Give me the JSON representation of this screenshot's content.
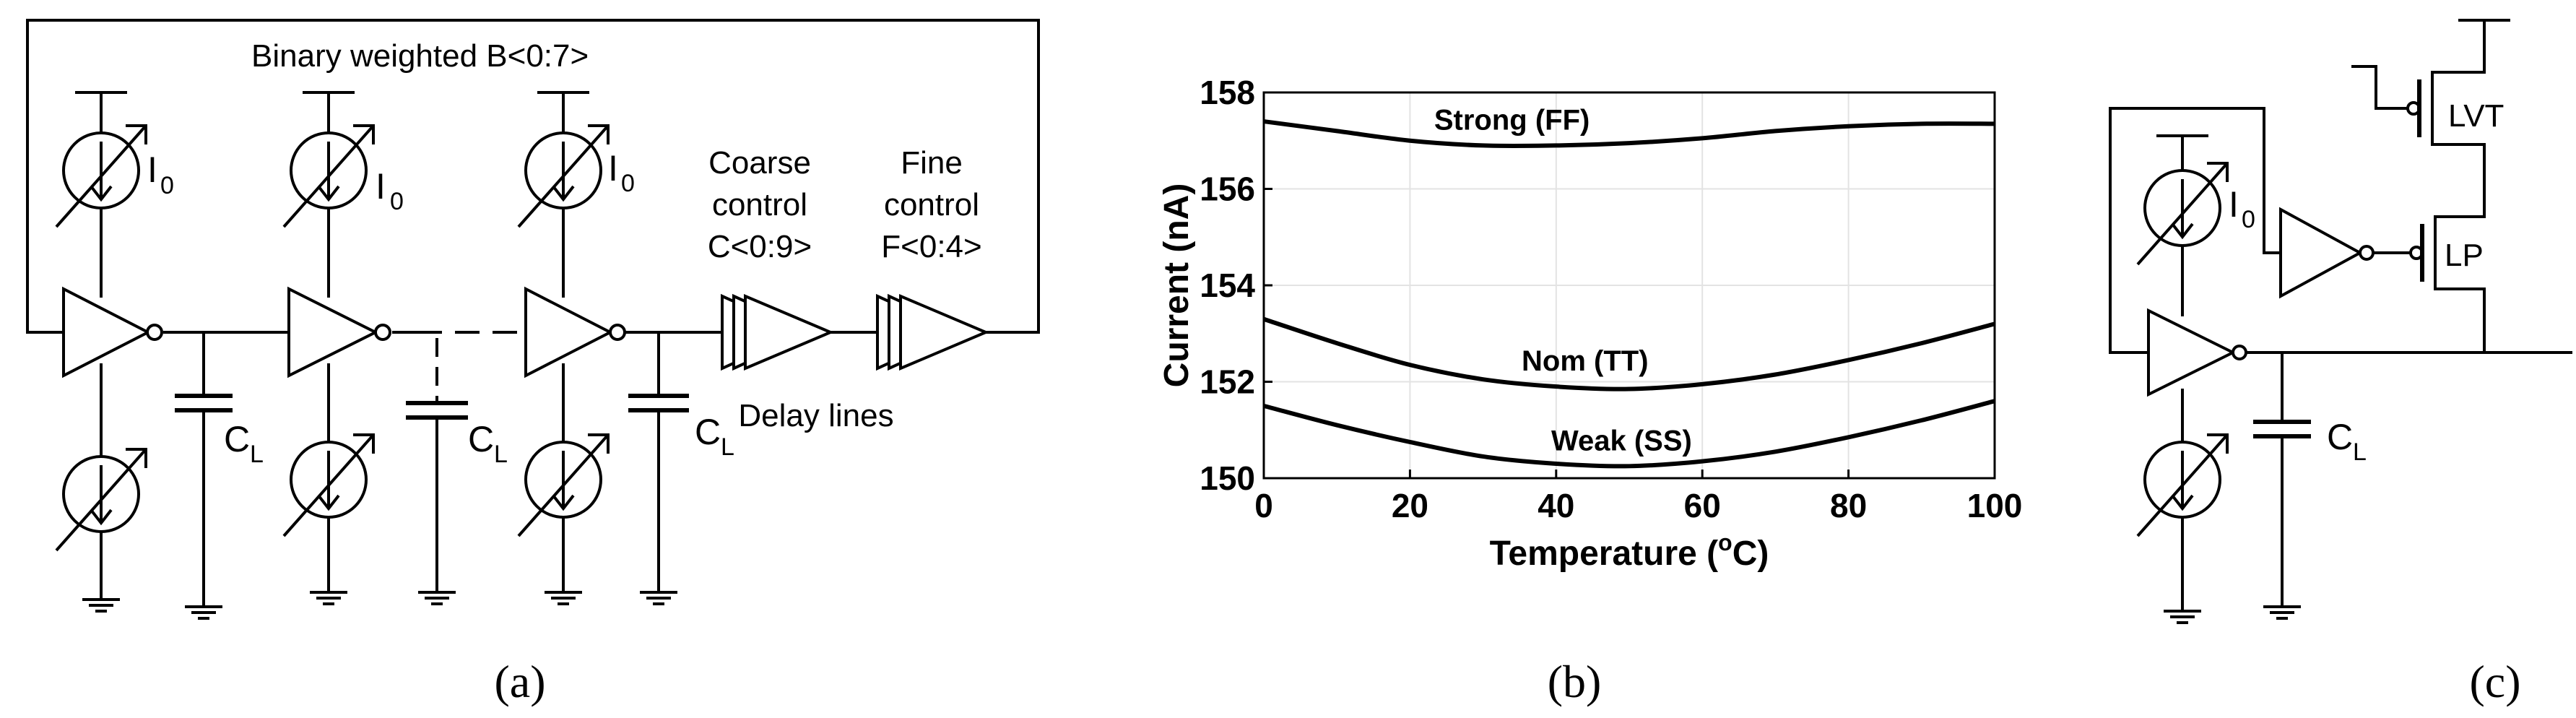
{
  "panel_a": {
    "caption": "(a)",
    "bus_label": "Binary weighted B<0:7>",
    "source_label": "I",
    "source_sub": "0",
    "cap_label": "C",
    "cap_sub": "L",
    "coarse": [
      "Coarse",
      "control",
      "C<0:9>"
    ],
    "fine": [
      "Fine",
      "control",
      "F<0:4>"
    ],
    "delay_label": "Delay lines"
  },
  "panel_b": {
    "caption": "(b)"
  },
  "panel_c": {
    "caption": "(c)",
    "source_label": "I",
    "source_sub": "0",
    "cap_label": "C",
    "cap_sub": "L",
    "lvt_label": "LVT",
    "lp_label": "LP"
  },
  "chart_data": {
    "type": "line",
    "title": "",
    "xlabel": "Temperature (",
    "xlabel_sup": "o",
    "xlabel_end": "C)",
    "ylabel": "Current (nA)",
    "xlim": [
      0,
      100
    ],
    "ylim": [
      150,
      158
    ],
    "xticks": [
      0,
      20,
      40,
      60,
      80,
      100
    ],
    "yticks": [
      150,
      152,
      154,
      156,
      158
    ],
    "grid": true,
    "series": [
      {
        "name": "Strong (FF)",
        "x": [
          0,
          10,
          20,
          30,
          40,
          50,
          60,
          70,
          80,
          90,
          100
        ],
        "y": [
          157.4,
          157.2,
          157.0,
          156.9,
          156.9,
          156.95,
          157.05,
          157.2,
          157.3,
          157.35,
          157.35
        ]
      },
      {
        "name": "Nom (TT)",
        "x": [
          0,
          10,
          20,
          30,
          40,
          50,
          60,
          70,
          80,
          90,
          100
        ],
        "y": [
          153.3,
          152.8,
          152.35,
          152.05,
          151.9,
          151.85,
          151.95,
          152.15,
          152.45,
          152.8,
          153.2
        ]
      },
      {
        "name": "Weak (SS)",
        "x": [
          0,
          10,
          20,
          30,
          40,
          50,
          60,
          70,
          80,
          90,
          100
        ],
        "y": [
          151.5,
          151.1,
          150.75,
          150.45,
          150.3,
          150.25,
          150.35,
          150.55,
          150.85,
          151.2,
          151.6
        ]
      }
    ]
  }
}
